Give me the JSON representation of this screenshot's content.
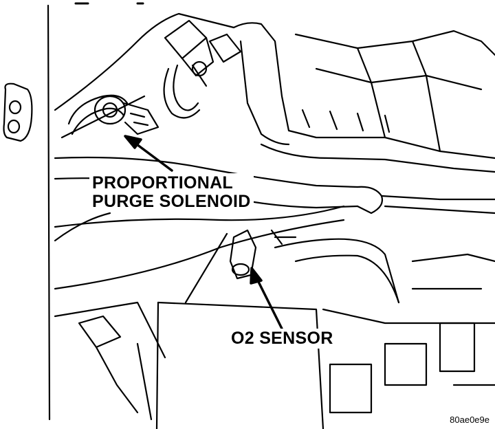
{
  "labels": {
    "solenoid_line1": "PROPORTIONAL",
    "solenoid_line2": "PURGE SOLENOID",
    "o2_sensor": "O2 SENSOR"
  },
  "figure_code": "80ae0e9e",
  "colors": {
    "ink": "#000000",
    "paper": "#ffffff"
  }
}
